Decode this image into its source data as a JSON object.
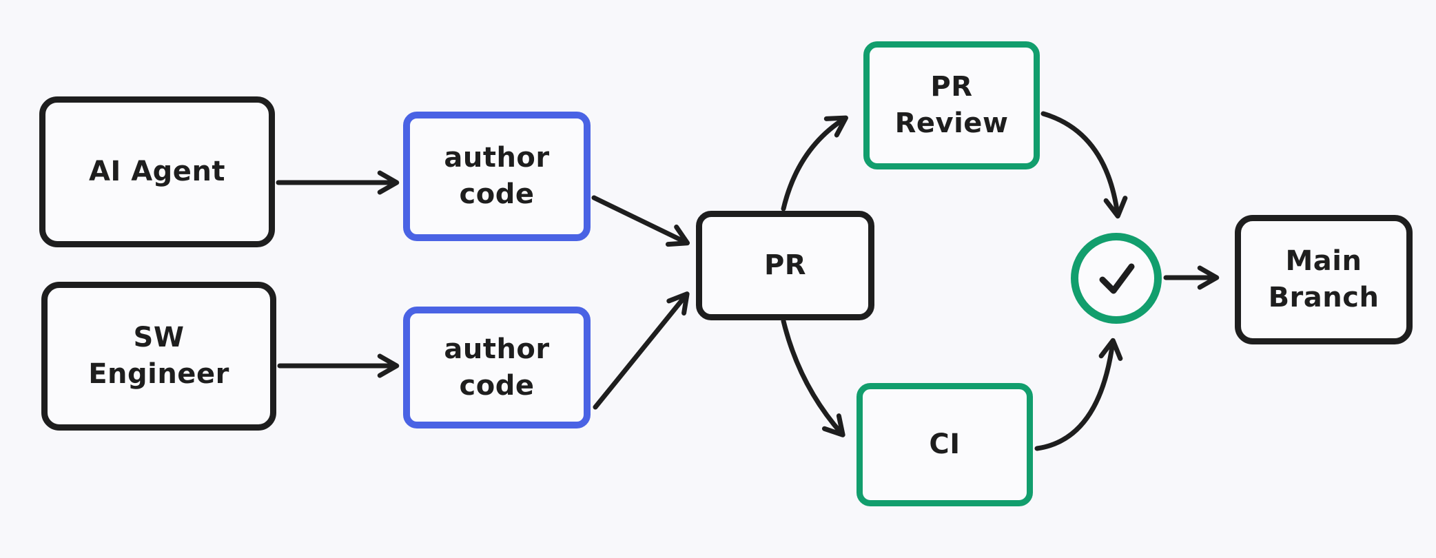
{
  "diagram": {
    "background_color": "#f8f8fb",
    "palette": {
      "stroke_black": "#1e1e1e",
      "stroke_blue": "#4a63e4",
      "stroke_green": "#129e6d",
      "shape_fill": "#fbfbfd",
      "text_color": "#1e1e1e",
      "arrow_color": "#1e1e1e"
    },
    "nodes": {
      "ai_agent": {
        "label": "AI Agent",
        "border_color": "#1e1e1e",
        "shape": "rectangle"
      },
      "sw_engineer": {
        "label": "SW\nEngineer",
        "border_color": "#1e1e1e",
        "shape": "rectangle"
      },
      "author_code_top": {
        "label": "author\ncode",
        "border_color": "#4a63e4",
        "shape": "rectangle"
      },
      "author_code_bottom": {
        "label": "author\ncode",
        "border_color": "#4a63e4",
        "shape": "rectangle"
      },
      "pr": {
        "label": "PR",
        "border_color": "#1e1e1e",
        "shape": "rectangle"
      },
      "pr_review": {
        "label": "PR\nReview",
        "border_color": "#129e6d",
        "shape": "rectangle"
      },
      "ci": {
        "label": "CI",
        "border_color": "#129e6d",
        "shape": "rectangle"
      },
      "check": {
        "icon": "checkmark-icon",
        "border_color": "#129e6d",
        "shape": "circle"
      },
      "main_branch": {
        "label": "Main\nBranch",
        "border_color": "#1e1e1e",
        "shape": "rectangle"
      }
    },
    "edges": [
      {
        "from": "ai_agent",
        "to": "author_code_top"
      },
      {
        "from": "sw_engineer",
        "to": "author_code_bottom"
      },
      {
        "from": "author_code_top",
        "to": "pr"
      },
      {
        "from": "author_code_bottom",
        "to": "pr"
      },
      {
        "from": "pr",
        "to": "pr_review"
      },
      {
        "from": "pr",
        "to": "ci"
      },
      {
        "from": "pr_review",
        "to": "check"
      },
      {
        "from": "ci",
        "to": "check"
      },
      {
        "from": "check",
        "to": "main_branch"
      }
    ]
  }
}
